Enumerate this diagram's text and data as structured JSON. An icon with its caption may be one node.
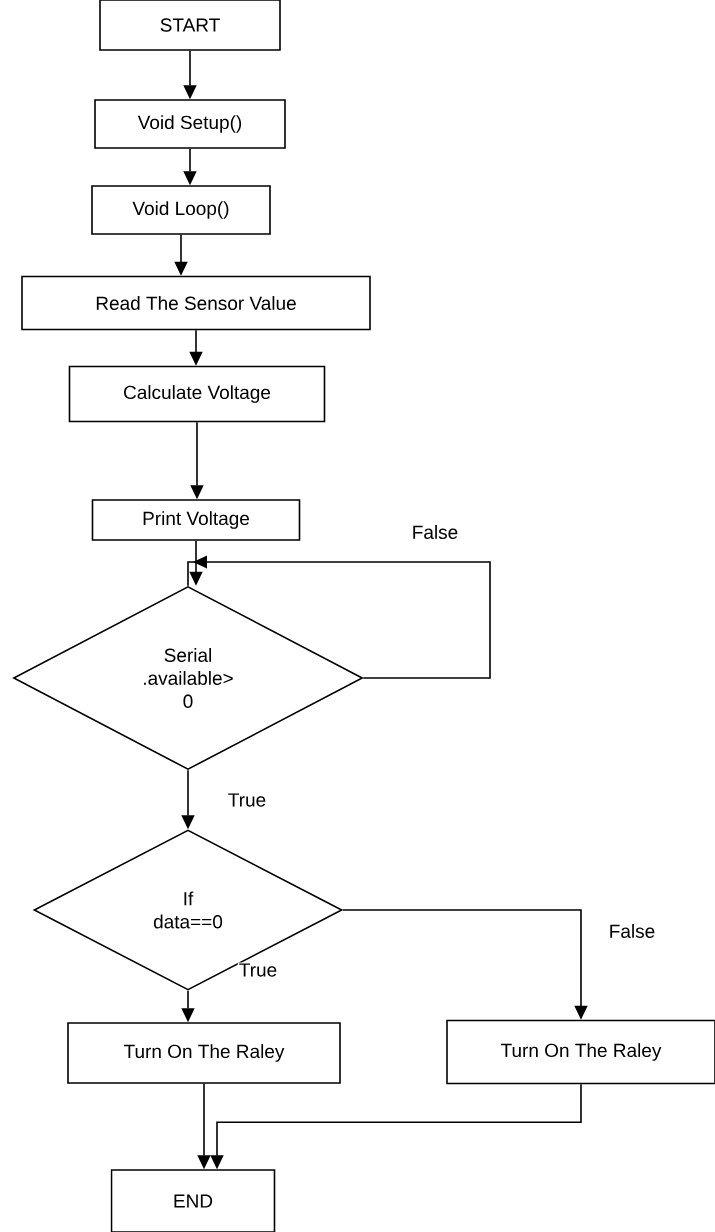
{
  "diagram": {
    "nodes": [
      {
        "text": [
          "START"
        ]
      },
      {
        "text": [
          "Void Setup()"
        ]
      },
      {
        "text": [
          "Void Loop()"
        ]
      },
      {
        "text": [
          "Read The Sensor Value"
        ]
      },
      {
        "text": [
          "Calculate Voltage"
        ]
      },
      {
        "text": [
          "Print Voltage"
        ]
      },
      {
        "text": [
          "Serial .available> 0"
        ]
      },
      {
        "text": [
          "If data==0"
        ]
      },
      {
        "text": [
          "Turn On The Raley"
        ]
      },
      {
        "text": [
          "Turn On The Raley"
        ]
      },
      {
        "text": [
          "END"
        ]
      }
    ],
    "edges": [
      {
        "from": 0,
        "to": 1,
        "arrow": "to"
      },
      {
        "from": 1,
        "to": 2,
        "arrow": "to"
      },
      {
        "from": 2,
        "to": 3,
        "arrow": "to"
      },
      {
        "from": 3,
        "to": 4,
        "arrow": "to"
      },
      {
        "from": 4,
        "to": 5,
        "arrow": "to"
      },
      {
        "from": 5,
        "to": 6,
        "arrow": "to"
      },
      {
        "from": 6,
        "to": 6,
        "arrow": "to",
        "label": "False"
      },
      {
        "from": 6,
        "to": 7,
        "arrow": "to",
        "label": "True"
      },
      {
        "from": 7,
        "to": 8,
        "arrow": "to",
        "label": "True"
      },
      {
        "from": 7,
        "to": 9,
        "arrow": "to",
        "label": "False"
      },
      {
        "from": 8,
        "to": 10,
        "arrow": "to"
      },
      {
        "from": 9,
        "to": 10,
        "arrow": "to"
      }
    ]
  }
}
